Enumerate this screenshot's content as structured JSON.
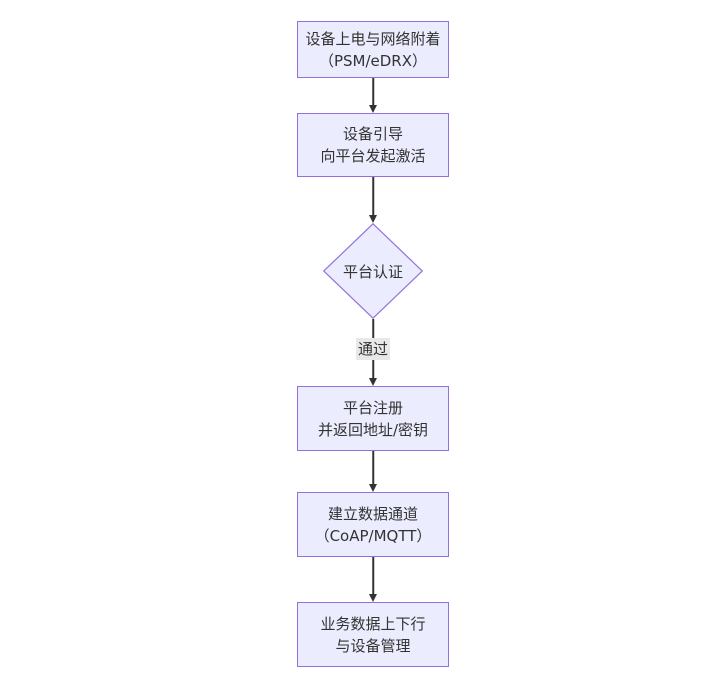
{
  "diagram": {
    "type": "flowchart-top-down",
    "colors": {
      "node_fill": "#ECECFF",
      "node_border": "#9370DB",
      "edge_line": "#333333",
      "edge_label_bg": "#e8e8e8",
      "text": "#333333",
      "background": "#ffffff"
    },
    "nodes": [
      {
        "id": "power-attach",
        "type": "rect",
        "lines": [
          "设备上电与网络附着",
          "（PSM/eDRX）"
        ]
      },
      {
        "id": "bootstrap",
        "type": "rect",
        "lines": [
          "设备引导",
          "向平台发起激活"
        ]
      },
      {
        "id": "platform-auth",
        "type": "diamond",
        "lines": [
          "平台认证"
        ]
      },
      {
        "id": "register",
        "type": "rect",
        "lines": [
          "平台注册",
          "并返回地址/密钥"
        ]
      },
      {
        "id": "data-channel",
        "type": "rect",
        "lines": [
          "建立数据通道",
          "（CoAP/MQTT）"
        ]
      },
      {
        "id": "business-data",
        "type": "rect",
        "lines": [
          "业务数据上下行",
          "与设备管理"
        ]
      }
    ],
    "edges": [
      {
        "from": "power-attach",
        "to": "bootstrap",
        "label": ""
      },
      {
        "from": "bootstrap",
        "to": "platform-auth",
        "label": ""
      },
      {
        "from": "platform-auth",
        "to": "register",
        "label": "通过"
      },
      {
        "from": "register",
        "to": "data-channel",
        "label": ""
      },
      {
        "from": "data-channel",
        "to": "business-data",
        "label": ""
      }
    ]
  }
}
